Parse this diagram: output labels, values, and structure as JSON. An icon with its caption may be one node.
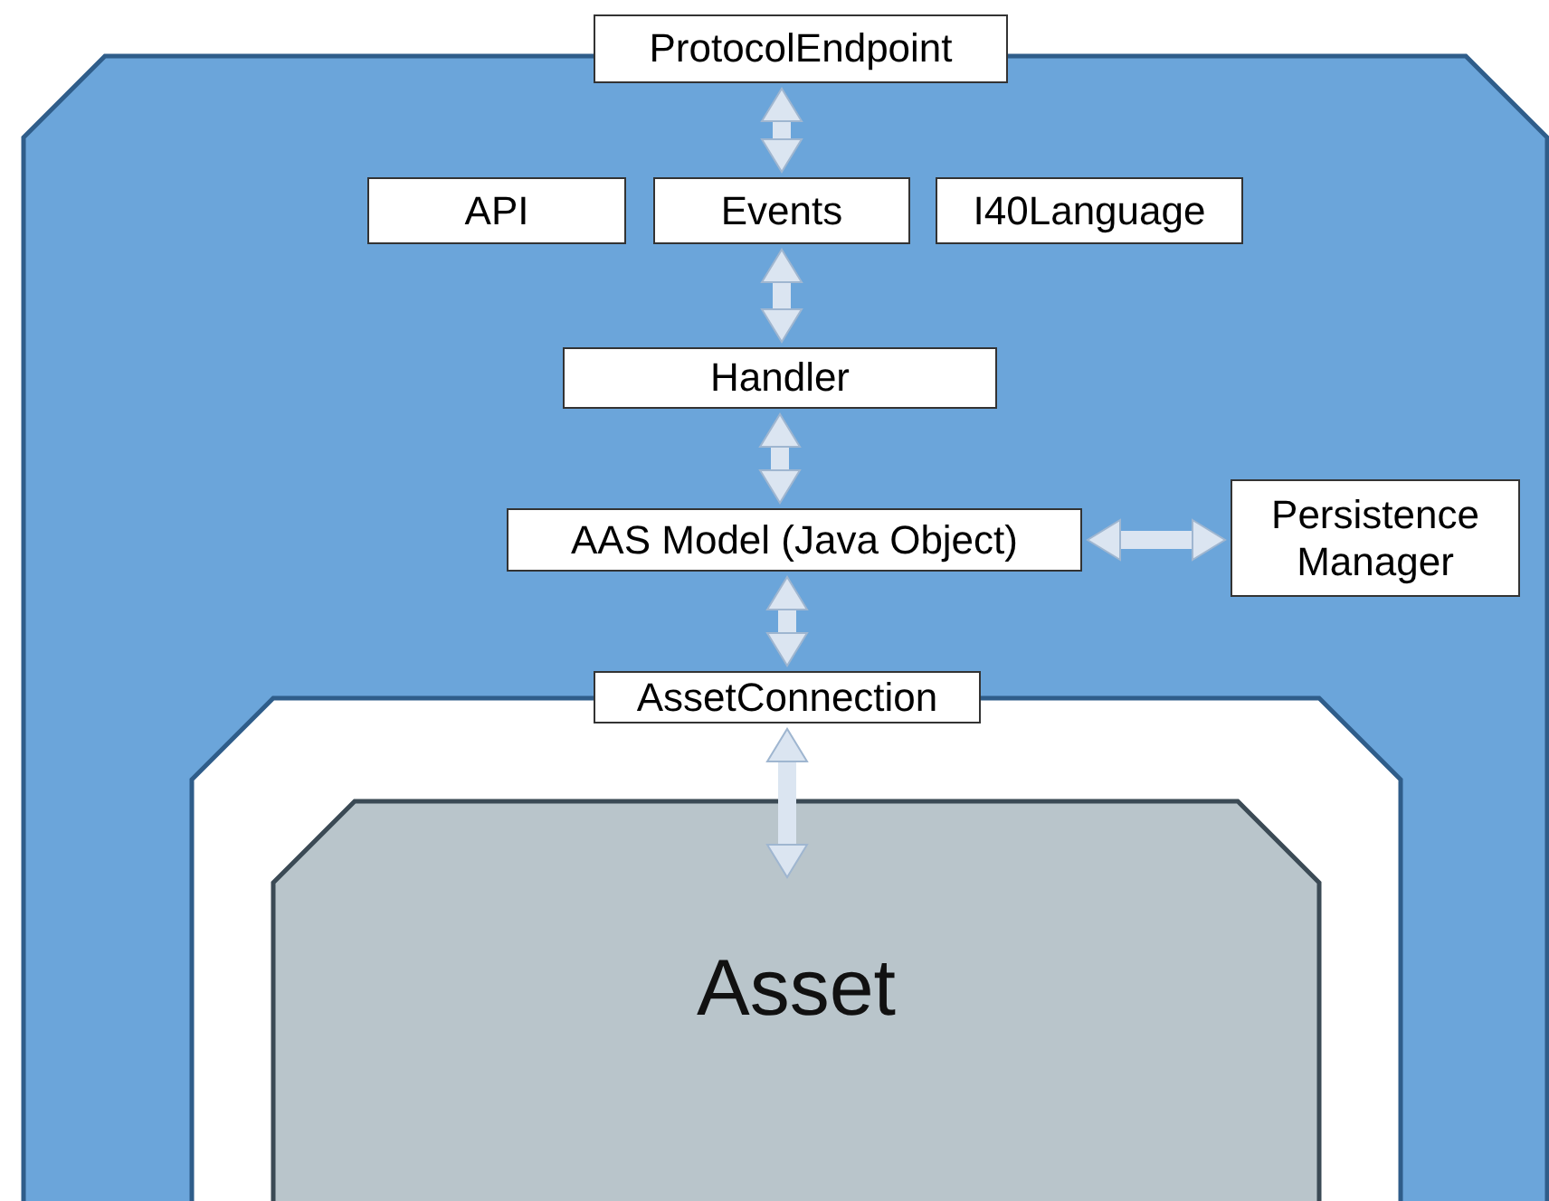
{
  "diagram": {
    "nodes": [
      {
        "text": [],
        "shape": "box"
      },
      {
        "text": [
          "ProtocolEndpoint"
        ]
      },
      {
        "text": [
          "API"
        ],
        "in": 0
      },
      {
        "text": [
          "Events"
        ],
        "in": 0
      },
      {
        "text": [
          "I40Language"
        ],
        "in": 0
      },
      {
        "text": [
          "Handler"
        ],
        "in": 0
      },
      {
        "text": [
          "AAS Model (Java Object)"
        ],
        "in": 0
      },
      {
        "text": [
          "Persistence Manager"
        ],
        "in": 0
      },
      {
        "text": [],
        "shape": "box",
        "in": 0
      },
      {
        "text": [
          "AssetConnection"
        ],
        "in": 0
      },
      {
        "text": [
          "Asset"
        ],
        "in": 8
      }
    ],
    "edges": [
      {
        "from": 1,
        "to": 3,
        "arrow": "both"
      },
      {
        "from": 3,
        "to": 5,
        "arrow": "both"
      },
      {
        "from": 5,
        "to": 6,
        "arrow": "both"
      },
      {
        "from": 6,
        "to": 7,
        "arrow": "both"
      },
      {
        "from": 6,
        "to": 9,
        "arrow": "both"
      },
      {
        "from": 9,
        "to": 10,
        "arrow": "both"
      }
    ]
  }
}
